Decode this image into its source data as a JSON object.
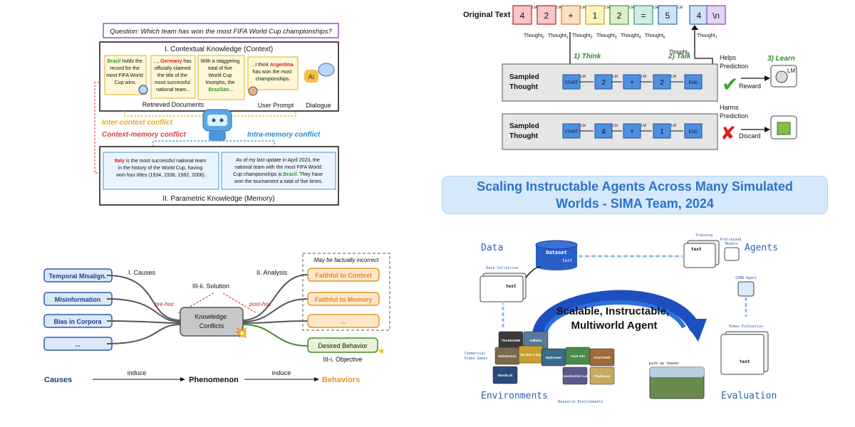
{
  "top_left": {
    "question": "Question: Which team has won the most FIFA World Cup championships?",
    "context_title": "I. Contextual Knowledge (Context)",
    "doc1": [
      "Brazil",
      " holds the",
      "record for the",
      "most FIFA World",
      "Cup wins."
    ],
    "doc2": [
      "..., ",
      "Germany",
      " has",
      "officially claimed",
      "the title of the",
      "most successful",
      "national team..."
    ],
    "doc3": [
      "With a staggering",
      "total of five",
      "World Cup",
      "triumphs, the",
      "Brazilian",
      "..."
    ],
    "prompt": [
      "...I think ",
      "Argentina",
      "has won the most",
      "championships."
    ],
    "retrieved_label": "Retrieved Documents",
    "user_prompt_label": "User Prompt",
    "dialogue_label": "Dialogue",
    "ai_label": "AI",
    "inter_context": "Inter-context conflict",
    "context_memory": "Context-memory conflict",
    "intra_memory": "Intra-memory conflict",
    "mem1": [
      "Italy",
      " is the most successful national team",
      "in the history of the World Cup, having",
      "won four titles (1934, 1938, 1982, 2006)."
    ],
    "mem2": [
      "As of my last update in April 2023, the",
      "national team with the most FIFA World",
      "Cup championships is ",
      "Brazil",
      ". They have",
      "won the tournament a total of five times."
    ],
    "memory_title": "II. Parametric Knowledge (Memory)"
  },
  "top_right": {
    "original_text_label": "Original Text",
    "tokens": [
      "4",
      "2",
      "+",
      "1",
      "2",
      "=",
      "5",
      "4",
      "\\n"
    ],
    "thoughts": [
      "Thought",
      "Thought",
      "Thought",
      "Thought",
      "Thought",
      "Thought",
      "Thought",
      "Thought"
    ],
    "thought_subs": [
      "0",
      "1",
      "2",
      "3",
      "4",
      "5",
      "6",
      "7"
    ],
    "lm": "LM",
    "think": "1) Think",
    "talk": "2) Talk",
    "learn": "3) Learn",
    "sampled_thought": [
      "Sampled",
      "Thought"
    ],
    "row1_tokens": [
      "START",
      "2",
      "+",
      "2",
      "END"
    ],
    "row2_tokens": [
      "START",
      "4",
      "+",
      "1",
      "END"
    ],
    "helps": [
      "Helps",
      "Prediction"
    ],
    "harms": [
      "Harms",
      "Prediction"
    ],
    "reward": "Reward",
    "discard": "Discard"
  },
  "banner": {
    "line1": "Scaling Instructable Agents Across Many Simulated",
    "line2": "Worlds - SIMA Team, 2024"
  },
  "bottom_left": {
    "causes_items": [
      "Temporal Misalign.",
      "Misinformation",
      "Bias in Corpora",
      "..."
    ],
    "causes_title": "I. Causes",
    "solution_title": "III-ii. Solution",
    "analysis_title": "II. Analysis",
    "maybe": "May be factually incorrect",
    "pre_hoc": "pre-hoc",
    "post_hoc": "post-hoc",
    "center": [
      "Knowledge",
      "Conflicts"
    ],
    "behaviors": [
      "Faithful to Context",
      "Faithful to Memory",
      "..."
    ],
    "desired": "Desired Behavior",
    "objective": "III-i. Objective",
    "flow": [
      "Causes",
      "induce",
      "Phenomenon",
      "induce",
      "Behaviors"
    ]
  },
  "bottom_right": {
    "data": "Data",
    "dataset": "Dataset",
    "data_collection": "Data Collection",
    "agents": "Agents",
    "training": "Training",
    "pretrained": [
      "Pretrained",
      "Models"
    ],
    "sima_agent": "SIMA Agent",
    "arc_lines": [
      "Scalable, Instructable,",
      "Multiworld Agent"
    ],
    "human_eval": "Human Evaluation",
    "commercial": [
      "Commercial",
      "Video Games"
    ],
    "environments": "Environments",
    "research_env": "Research Environments",
    "evaluation": "Evaluation",
    "pick_up": "pick up leaves",
    "text": "text",
    "games": [
      "TEARDOWN",
      "Valheim",
      "Satisfactory",
      "No Man's Sky",
      "Hydroneer",
      "Goat Sim",
      "ProcTHOR",
      "WorldLab",
      "Construction Lab",
      "Playhouse"
    ]
  }
}
